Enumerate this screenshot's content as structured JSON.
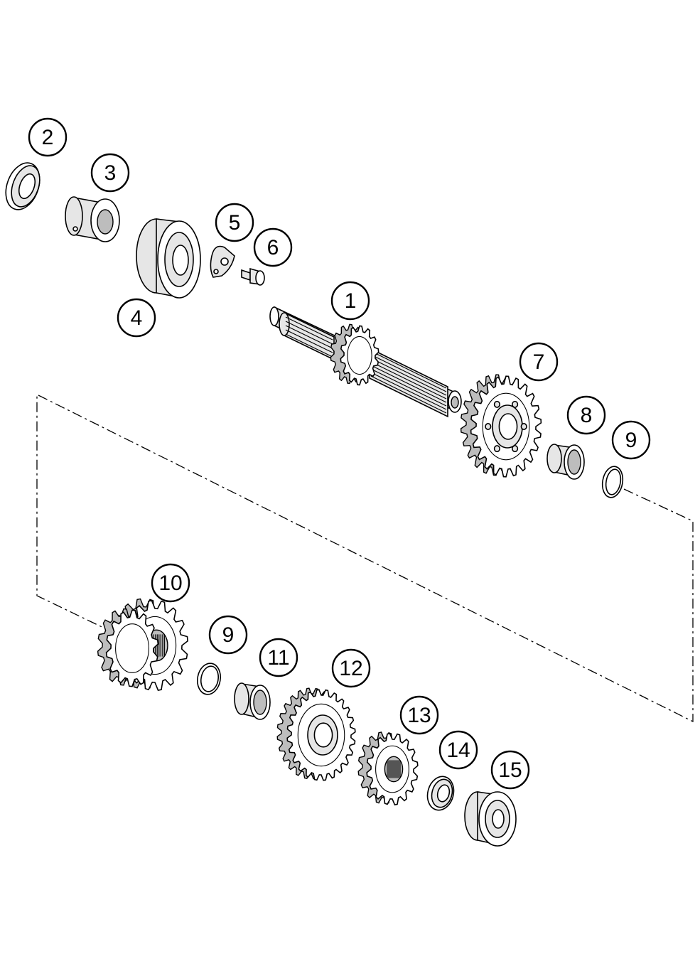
{
  "callouts": [
    {
      "id": "c1",
      "label": "1"
    },
    {
      "id": "c2",
      "label": "2"
    },
    {
      "id": "c3",
      "label": "3"
    },
    {
      "id": "c4",
      "label": "4"
    },
    {
      "id": "c5",
      "label": "5"
    },
    {
      "id": "c6",
      "label": "6"
    },
    {
      "id": "c7",
      "label": "7"
    },
    {
      "id": "c8",
      "label": "8"
    },
    {
      "id": "c9a",
      "label": "9"
    },
    {
      "id": "c10",
      "label": "10"
    },
    {
      "id": "c9b",
      "label": "9"
    },
    {
      "id": "c11",
      "label": "11"
    },
    {
      "id": "c12",
      "label": "12"
    },
    {
      "id": "c13",
      "label": "13"
    },
    {
      "id": "c14",
      "label": "14"
    },
    {
      "id": "c15",
      "label": "15"
    }
  ]
}
